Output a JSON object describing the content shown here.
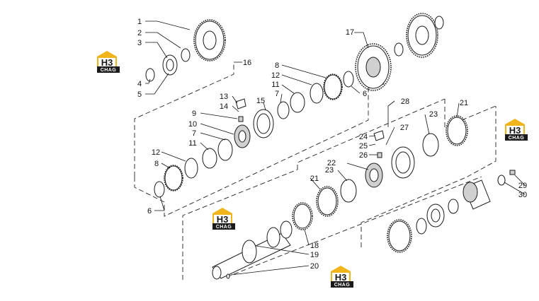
{
  "callouts": {
    "c1": "1",
    "c2": "2",
    "c3": "3",
    "c4": "4",
    "c5": "5",
    "c6a": "6",
    "c6b": "6",
    "c7a": "7",
    "c7b": "7",
    "c8a": "8",
    "c8b": "8",
    "c9": "9",
    "c10": "10",
    "c11a": "11",
    "c11b": "11",
    "c12a": "12",
    "c12b": "12",
    "c13": "13",
    "c14": "14",
    "c15": "15",
    "c16": "16",
    "c17": "17",
    "c18": "18",
    "c19": "19",
    "c20": "20",
    "c21a": "21",
    "c21b": "21",
    "c22": "22",
    "c23a": "23",
    "c23b": "23",
    "c24": "24",
    "c25": "25",
    "c26": "26",
    "c27": "27",
    "c28": "28",
    "c29": "29",
    "c30": "30"
  },
  "watermark": {
    "main": "H3",
    "badge": "CHAG"
  },
  "colors": {
    "logo_accent": "#f0b51d",
    "line": "#1a1a1a"
  }
}
